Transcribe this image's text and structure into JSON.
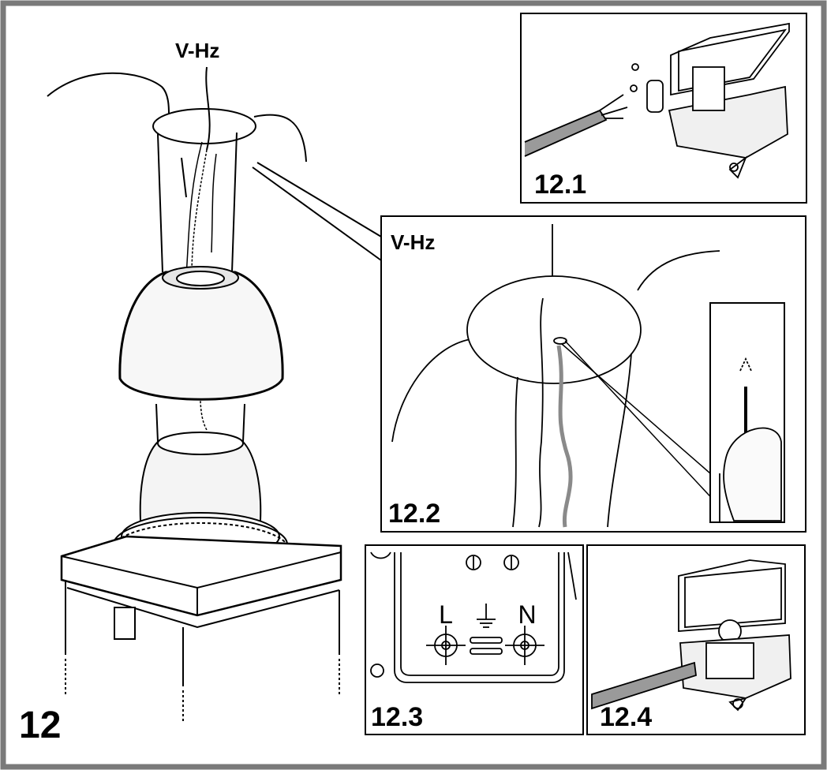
{
  "figure": {
    "step_number": "12",
    "main_voltage_label": "V-Hz"
  },
  "panels": [
    {
      "label": "12.1"
    },
    {
      "label": "12.2",
      "voltage_label": "V-Hz"
    },
    {
      "label": "12.3",
      "terminal_live": "L",
      "terminal_neutral": "N",
      "earth_symbol": "earth-symbol"
    },
    {
      "label": "12.4"
    }
  ],
  "colors": {
    "frame": "#7a7a7a",
    "line": "#000000",
    "light_fill": "#f4f4f4",
    "cable_fill": "#9a9a9a"
  }
}
